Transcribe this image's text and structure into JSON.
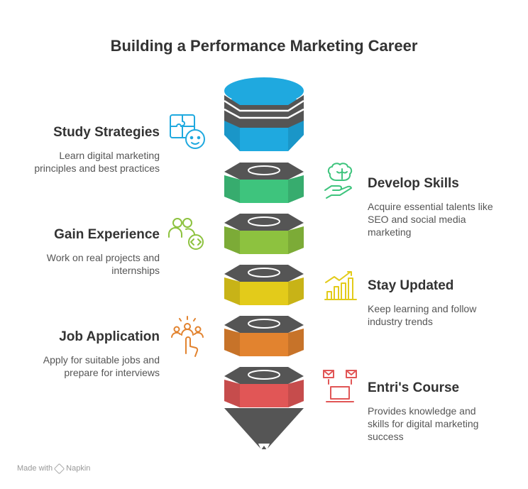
{
  "title": "Building a Performance Marketing Career",
  "steps": [
    {
      "title": "Study Strategies",
      "desc": [
        "Learn digital marketing",
        "principles and best practices"
      ],
      "color": "#1FA9DF",
      "side": "left",
      "icon": "puzzle-brain-icon"
    },
    {
      "title": "Develop Skills",
      "desc": [
        "Acquire essential talents like",
        "SEO and social media",
        "marketing"
      ],
      "color": "#3EC47D",
      "side": "right",
      "icon": "brain-hand-icon"
    },
    {
      "title": "Gain Experience",
      "desc": [
        "Work on real projects and",
        "internships"
      ],
      "color": "#8DC23F",
      "side": "left",
      "icon": "people-code-icon"
    },
    {
      "title": "Stay Updated",
      "desc": [
        "Keep learning and follow",
        "industry trends"
      ],
      "color": "#E3CB1A",
      "side": "right",
      "icon": "growth-chart-icon"
    },
    {
      "title": "Job Application",
      "desc": [
        "Apply for suitable jobs and",
        "prepare for interviews"
      ],
      "color": "#E2832F",
      "side": "left",
      "icon": "hand-select-people-icon"
    },
    {
      "title": "Entri's Course",
      "desc": [
        "Provides knowledge and",
        "skills for digital marketing",
        "success"
      ],
      "color": "#E15656",
      "side": "right",
      "icon": "laptop-mail-icon"
    }
  ],
  "footer": {
    "made_with": "Made with",
    "brand": "Napkin"
  }
}
